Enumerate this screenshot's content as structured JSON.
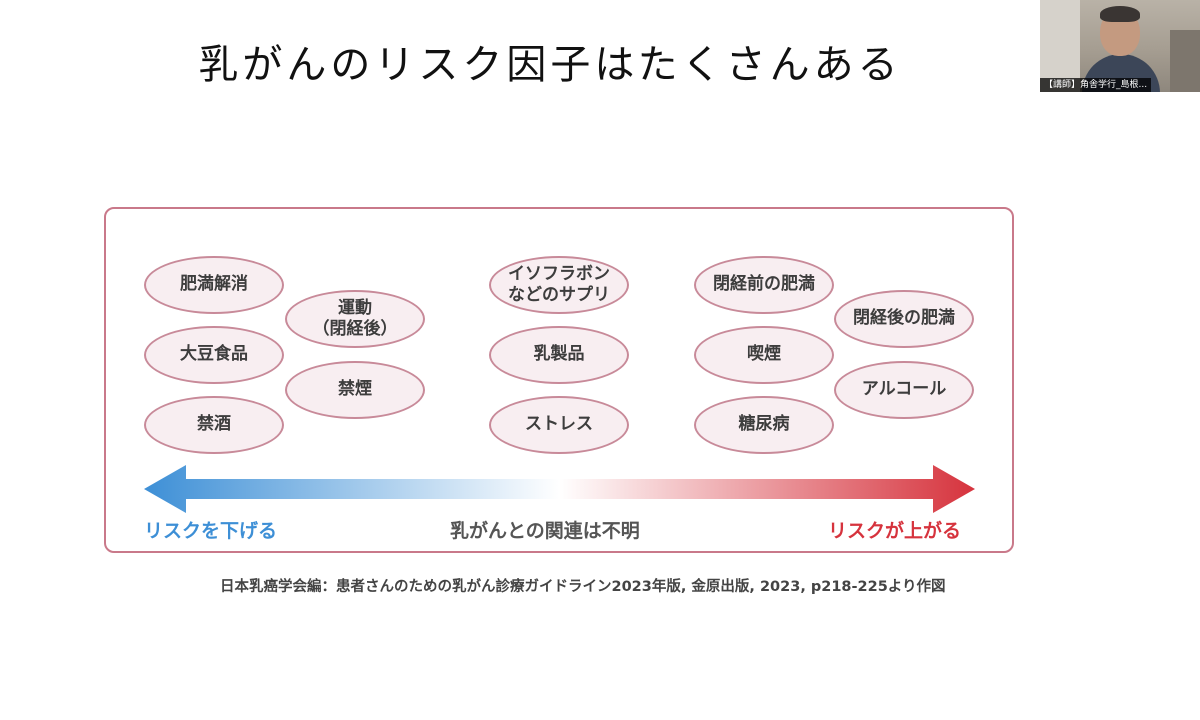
{
  "slide": {
    "title": "乳がんのリスク因子はたくさんある"
  },
  "video": {
    "participant_label": "【講師】角舎学行_島根..."
  },
  "diagram": {
    "decrease_factors": [
      "肥満解消",
      "運動\n（閉経後）",
      "大豆食品",
      "禁煙",
      "禁酒"
    ],
    "unclear_factors": [
      "イソフラボン\nなどのサプリ",
      "乳製品",
      "ストレス"
    ],
    "increase_factors": [
      "閉経前の肥満",
      "閉経後の肥満",
      "喫煙",
      "アルコール",
      "糖尿病"
    ],
    "scale": {
      "left_label": "リスクを下げる",
      "center_label": "乳がんとの関連は不明",
      "right_label": "リスクが上がる"
    },
    "colors": {
      "decrease": "#3d8fd6",
      "neutral": "#ffffff",
      "increase": "#d6333d",
      "frame": "#c9798a",
      "bubble_fill": "#f8eef1",
      "bubble_border": "#c88a99"
    }
  },
  "source": {
    "citation": "日本乳癌学会編：患者さんのための乳がん診療ガイドライン2023年版, 金原出版, 2023, p218-225より作図"
  }
}
